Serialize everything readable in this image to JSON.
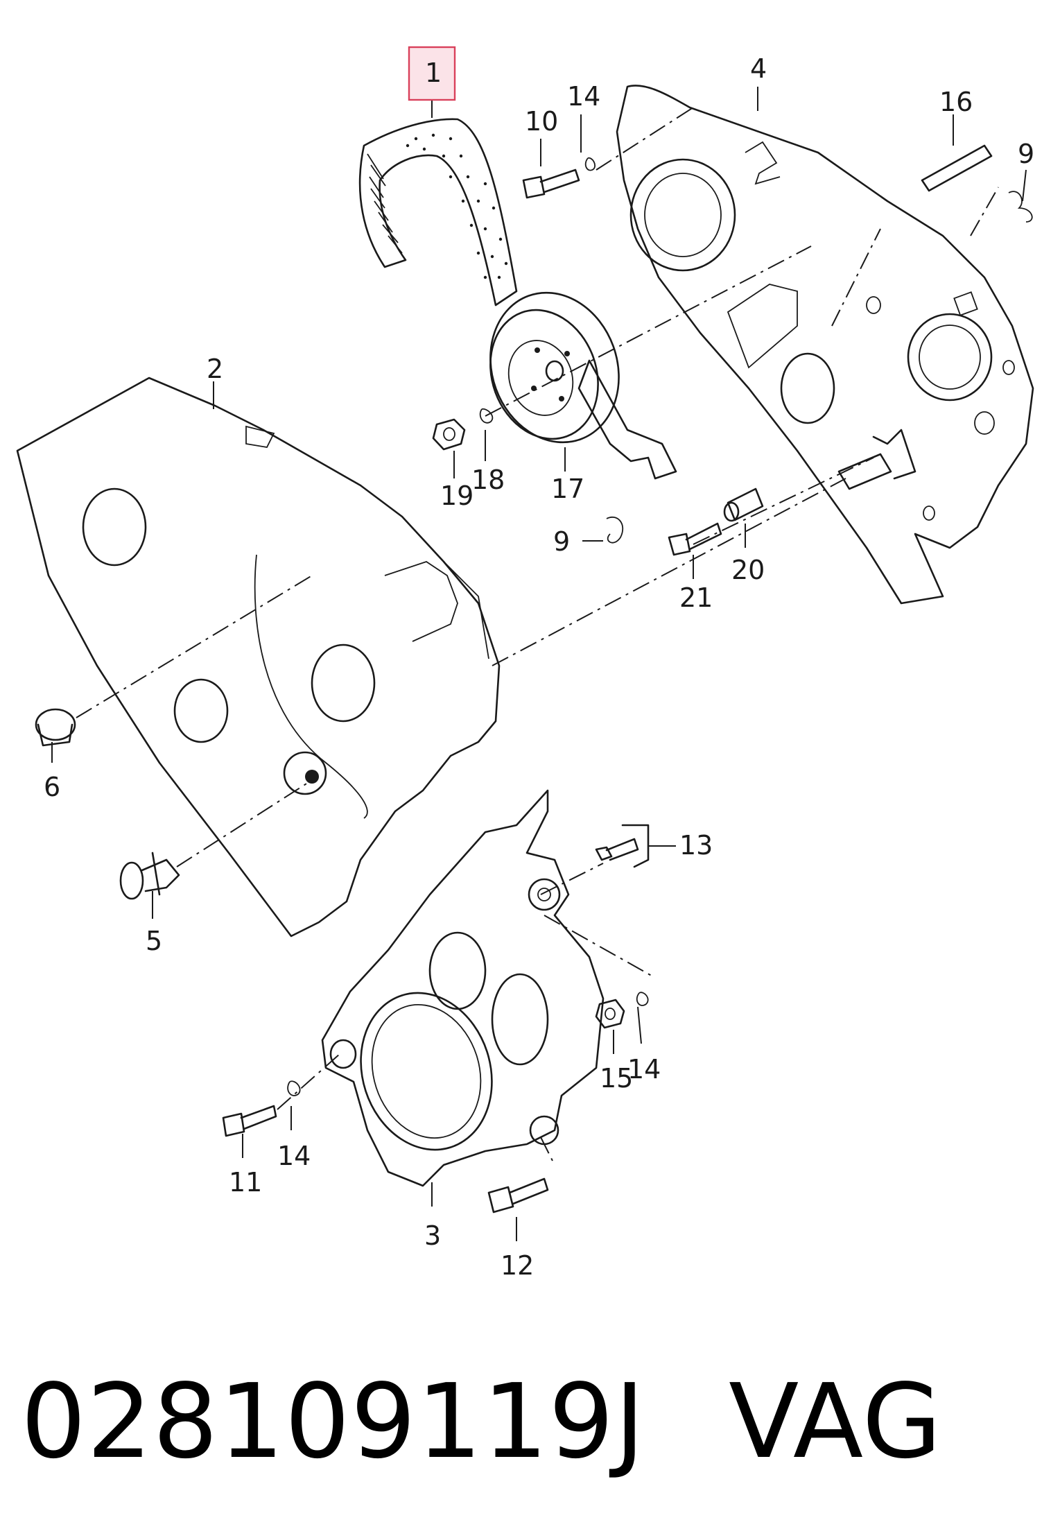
{
  "callouts": {
    "c1": "1",
    "c2": "2",
    "c3": "3",
    "c4": "4",
    "c5": "5",
    "c6": "6",
    "c9a": "9",
    "c9b": "9",
    "c10": "10",
    "c11": "11",
    "c12": "12",
    "c13": "13",
    "c14a": "14",
    "c14b": "14",
    "c14c": "14",
    "c15": "15",
    "c16": "16",
    "c17": "17",
    "c18": "18",
    "c19": "19",
    "c20": "20",
    "c21": "21"
  },
  "highlighted_part": "1",
  "caption": {
    "part_number": "028109119J",
    "brand": "VAG"
  },
  "colors": {
    "highlight_fill": "#fbe3e8",
    "highlight_stroke": "#d9405a",
    "ink": "#1a1a1a"
  }
}
